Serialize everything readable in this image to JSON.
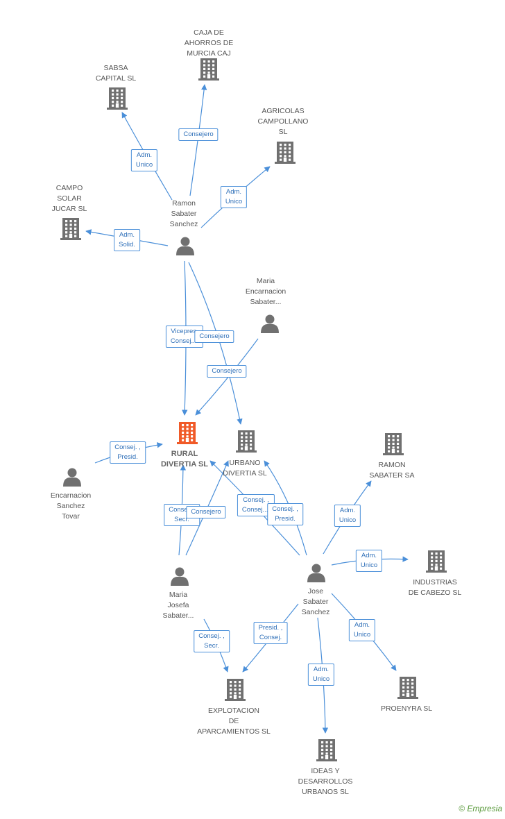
{
  "colors": {
    "edge": "#4a8fd9",
    "building": "#707070",
    "building_main": "#f05a28",
    "person": "#707070"
  },
  "nodes": [
    {
      "id": "caja",
      "type": "company",
      "label": "CAJA DE\nAHORROS DE\nMURCIA CAJ"
    },
    {
      "id": "sabsa",
      "type": "company",
      "label": "SABSA\nCAPITAL  SL"
    },
    {
      "id": "agricolas",
      "type": "company",
      "label": "AGRICOLAS\nCAMPOLLANO\nSL"
    },
    {
      "id": "campo",
      "type": "company",
      "label": "CAMPO\nSOLAR\nJUCAR SL"
    },
    {
      "id": "ramon",
      "type": "person",
      "label": "Ramon\nSabater\nSanchez"
    },
    {
      "id": "mariaenc",
      "type": "person",
      "label": "Maria\nEncarnacion\nSabater..."
    },
    {
      "id": "rural",
      "type": "company_main",
      "label": "RURAL\nDIVERTIA SL"
    },
    {
      "id": "urbano",
      "type": "company",
      "label": "URBANO\nDIVERTIA SL"
    },
    {
      "id": "ramonsa",
      "type": "company",
      "label": "RAMON\nSABATER SA"
    },
    {
      "id": "encarnacion",
      "type": "person",
      "label": "Encarnacion\nSanchez\nTovar"
    },
    {
      "id": "industrias",
      "type": "company",
      "label": "INDUSTRIAS\nDE CABEZO  SL"
    },
    {
      "id": "mariajos",
      "type": "person",
      "label": "Maria\nJosefa\nSabater..."
    },
    {
      "id": "jose",
      "type": "person",
      "label": "Jose\nSabater\nSanchez"
    },
    {
      "id": "explotacion",
      "type": "company",
      "label": "EXPLOTACION\nDE\nAPARCAMIENTOS SL"
    },
    {
      "id": "proenyra",
      "type": "company",
      "label": "PROENYRA SL"
    },
    {
      "id": "ideas",
      "type": "company",
      "label": "IDEAS Y\nDESARROLLOS\nURBANOS SL"
    }
  ],
  "edges": [
    {
      "from": "ramon",
      "to": "caja",
      "label": "Consejero"
    },
    {
      "from": "ramon",
      "to": "sabsa",
      "label": "Adm.\nUnico"
    },
    {
      "from": "ramon",
      "to": "agricolas",
      "label": "Adm.\nUnico"
    },
    {
      "from": "ramon",
      "to": "campo",
      "label": "Adm.\nSolid."
    },
    {
      "from": "ramon",
      "to": "rural",
      "label": "Vicepres.\nConsej...."
    },
    {
      "from": "ramon",
      "to": "urbano",
      "label": "Consejero"
    },
    {
      "from": "mariaenc",
      "to": "rural",
      "label": "Consejero"
    },
    {
      "from": "encarnacion",
      "to": "rural",
      "label": "Consej. ,\nPresid."
    },
    {
      "from": "mariajos",
      "to": "rural",
      "label": "Consej. ,\nSecr."
    },
    {
      "from": "mariajos",
      "to": "urbano",
      "label": "Consejero"
    },
    {
      "from": "mariajos",
      "to": "explotacion",
      "label": "Consej. ,\nSecr."
    },
    {
      "from": "jose",
      "to": "rural",
      "label": "Consej. ,\nConsej...."
    },
    {
      "from": "jose",
      "to": "urbano",
      "label": "Consej. ,\nPresid."
    },
    {
      "from": "jose",
      "to": "ramonsa",
      "label": "Adm.\nUnico"
    },
    {
      "from": "jose",
      "to": "industrias",
      "label": "Adm.\nUnico"
    },
    {
      "from": "jose",
      "to": "explotacion",
      "label": "Presid. ,\nConsej."
    },
    {
      "from": "jose",
      "to": "ideas",
      "label": "Adm.\nUnico"
    },
    {
      "from": "jose",
      "to": "proenyra",
      "label": "Adm.\nUnico"
    }
  ],
  "footer": {
    "copyright": "©",
    "brand": "Empresia"
  }
}
